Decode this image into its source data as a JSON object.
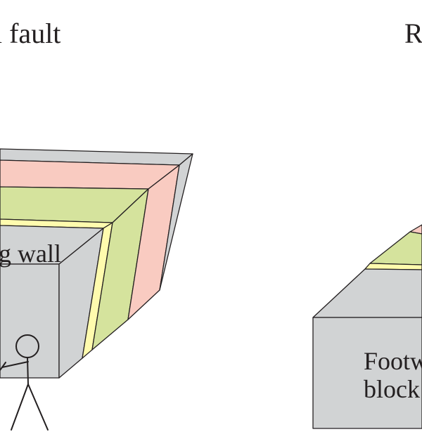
{
  "titles": {
    "left": "l fault",
    "right": "R"
  },
  "labels": {
    "hanging_wall": "g wall",
    "footwall_line1": "Footw",
    "footwall_line2": "block"
  },
  "colors": {
    "block_gray": "#d1d3d4",
    "layer_pink": "#f9cbc1",
    "layer_green": "#d5e39d",
    "layer_yellow": "#fffbae",
    "outline": "#231f20"
  }
}
